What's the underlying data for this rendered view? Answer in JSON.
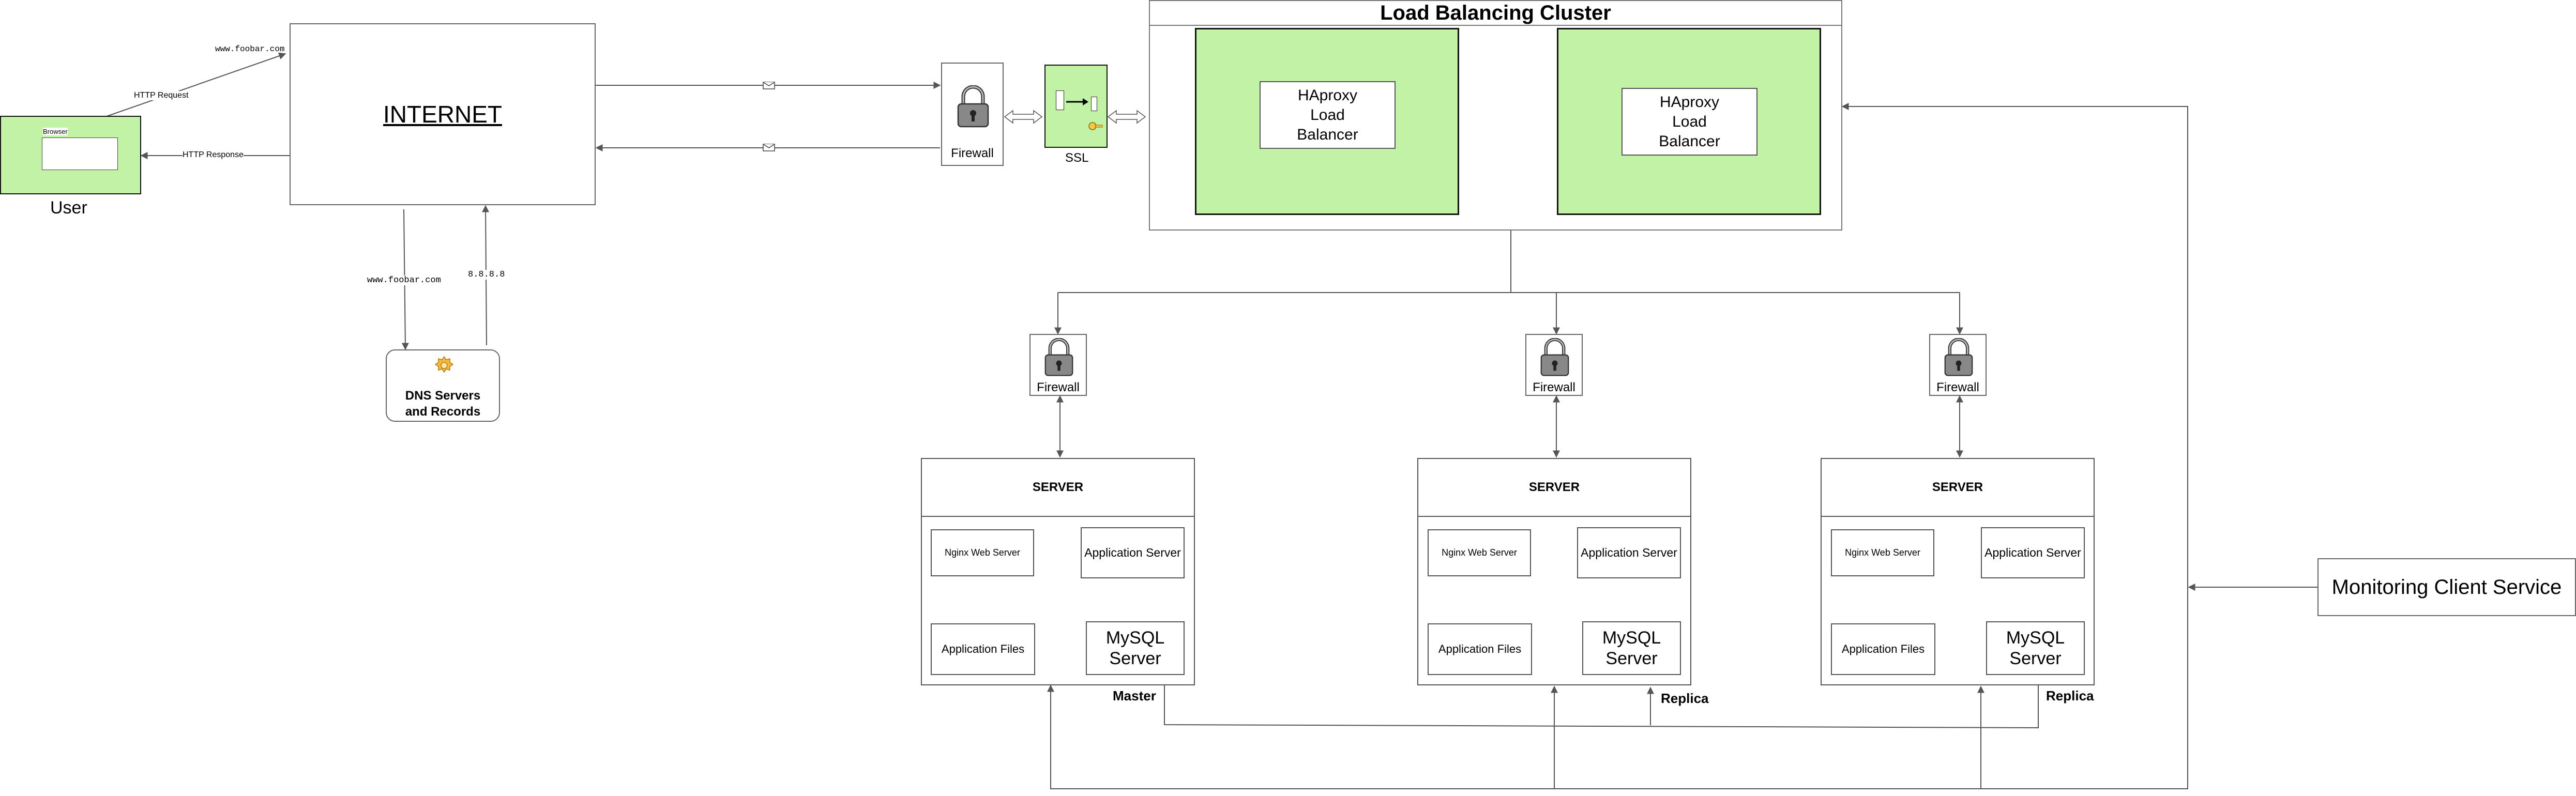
{
  "user": {
    "label": "User",
    "browser_label": "Browser"
  },
  "internet": {
    "label": "INTERNET"
  },
  "http": {
    "request": "HTTP Request",
    "response": "HTTP Response",
    "domain_top": "www.foobar.com"
  },
  "dns": {
    "query": "www.foobar.com",
    "answer": "8.8.8.8",
    "title": "DNS Servers and Records"
  },
  "edge": {
    "firewall": "Firewall",
    "ssl": "SSL"
  },
  "cluster": {
    "title": "Load Balancing Cluster",
    "lb1": "HAproxy Load Balancer",
    "lb2": "HAproxy Load Balancer"
  },
  "servers": [
    {
      "firewall": "Firewall",
      "title": "SERVER",
      "web": "Nginx Web Server",
      "app": "Application Server",
      "files": "Application Files",
      "db": "MySQL Server",
      "role": "Master"
    },
    {
      "firewall": "Firewall",
      "title": "SERVER",
      "web": "Nginx Web Server",
      "app": "Application Server",
      "files": "Application Files",
      "db": "MySQL Server",
      "role": "Replica"
    },
    {
      "firewall": "Firewall",
      "title": "SERVER",
      "web": "Nginx Web Server",
      "app": "Application Server",
      "files": "Application Files",
      "db": "MySQL Server",
      "role": "Replica"
    }
  ],
  "monitoring": {
    "label": "Monitoring Client Service"
  }
}
